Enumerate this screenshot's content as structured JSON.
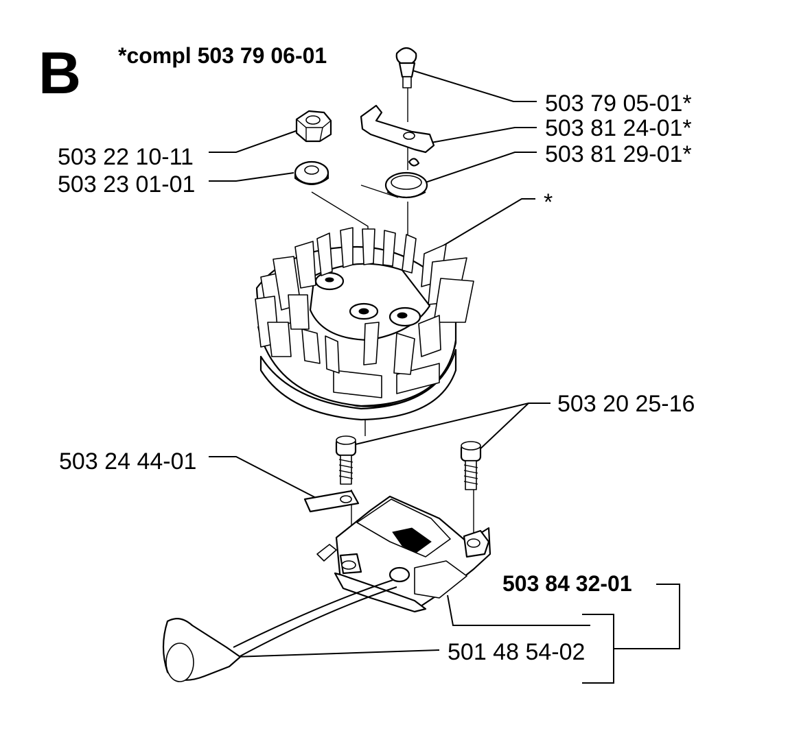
{
  "section_letter": "B",
  "kit_label": "*compl 503 79 06-01",
  "parts": {
    "pin": "503 79 05-01*",
    "pawl": "503 81 24-01*",
    "spring": "503 81 29-01*",
    "nut": "503 22 10-11",
    "washer": "503 23 01-01",
    "flywheel": "*",
    "screws": "503 20 25-16",
    "terminal": "503 24 44-01",
    "module_assembly": "503 84 32-01",
    "spark_plug_cap": "501 48 54-02"
  }
}
